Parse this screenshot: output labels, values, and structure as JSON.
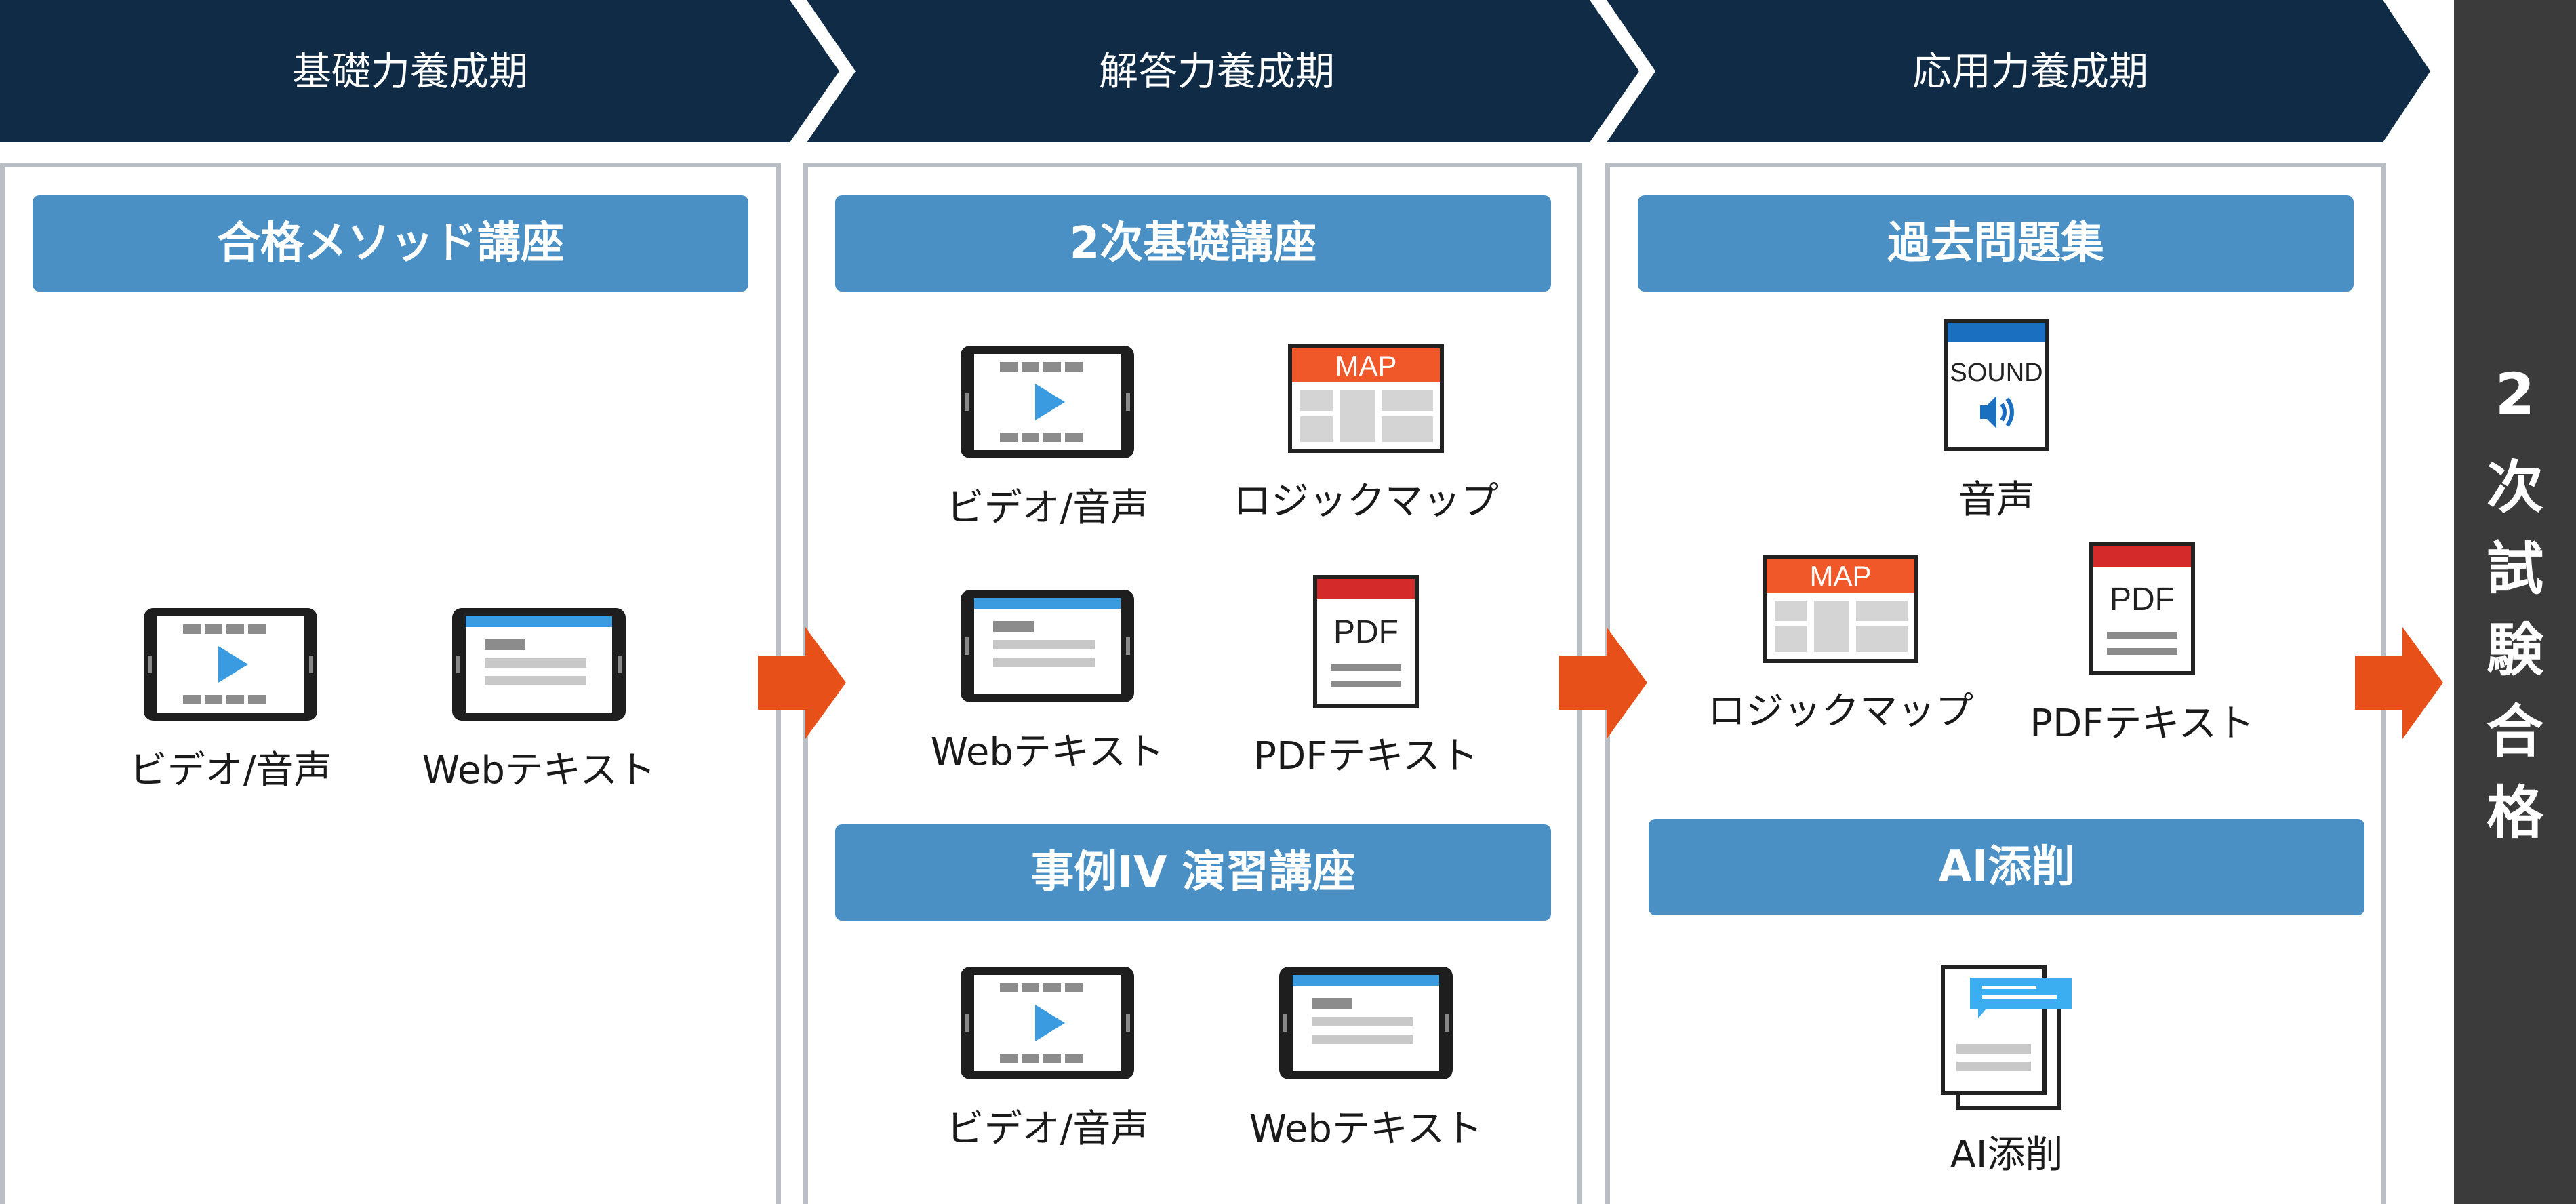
{
  "phases": [
    "基礎力養成期",
    "解答力養成期",
    "応用力養成期"
  ],
  "courses": {
    "method": "合格メソッド講座",
    "basic": "2次基礎講座",
    "case4": "事例IV 演習講座",
    "past": "過去問題集",
    "ai": "AI添削"
  },
  "labels": {
    "video": "ビデオ/音声",
    "web": "Webテキスト",
    "map": "ロジックマップ",
    "pdf": "PDFテキスト",
    "audio": "音声",
    "ai": "AI添削"
  },
  "icons": {
    "map_text": "MAP",
    "pdf_text": "PDF",
    "sound_text": "SOUND"
  },
  "final": [
    "2",
    "次",
    "試",
    "験",
    "合",
    "格"
  ],
  "colors": {
    "banner": "#0f2b45",
    "course_bar": "#4a90c4",
    "arrow": "#e8501a",
    "final_bg": "#3b3b3b"
  }
}
